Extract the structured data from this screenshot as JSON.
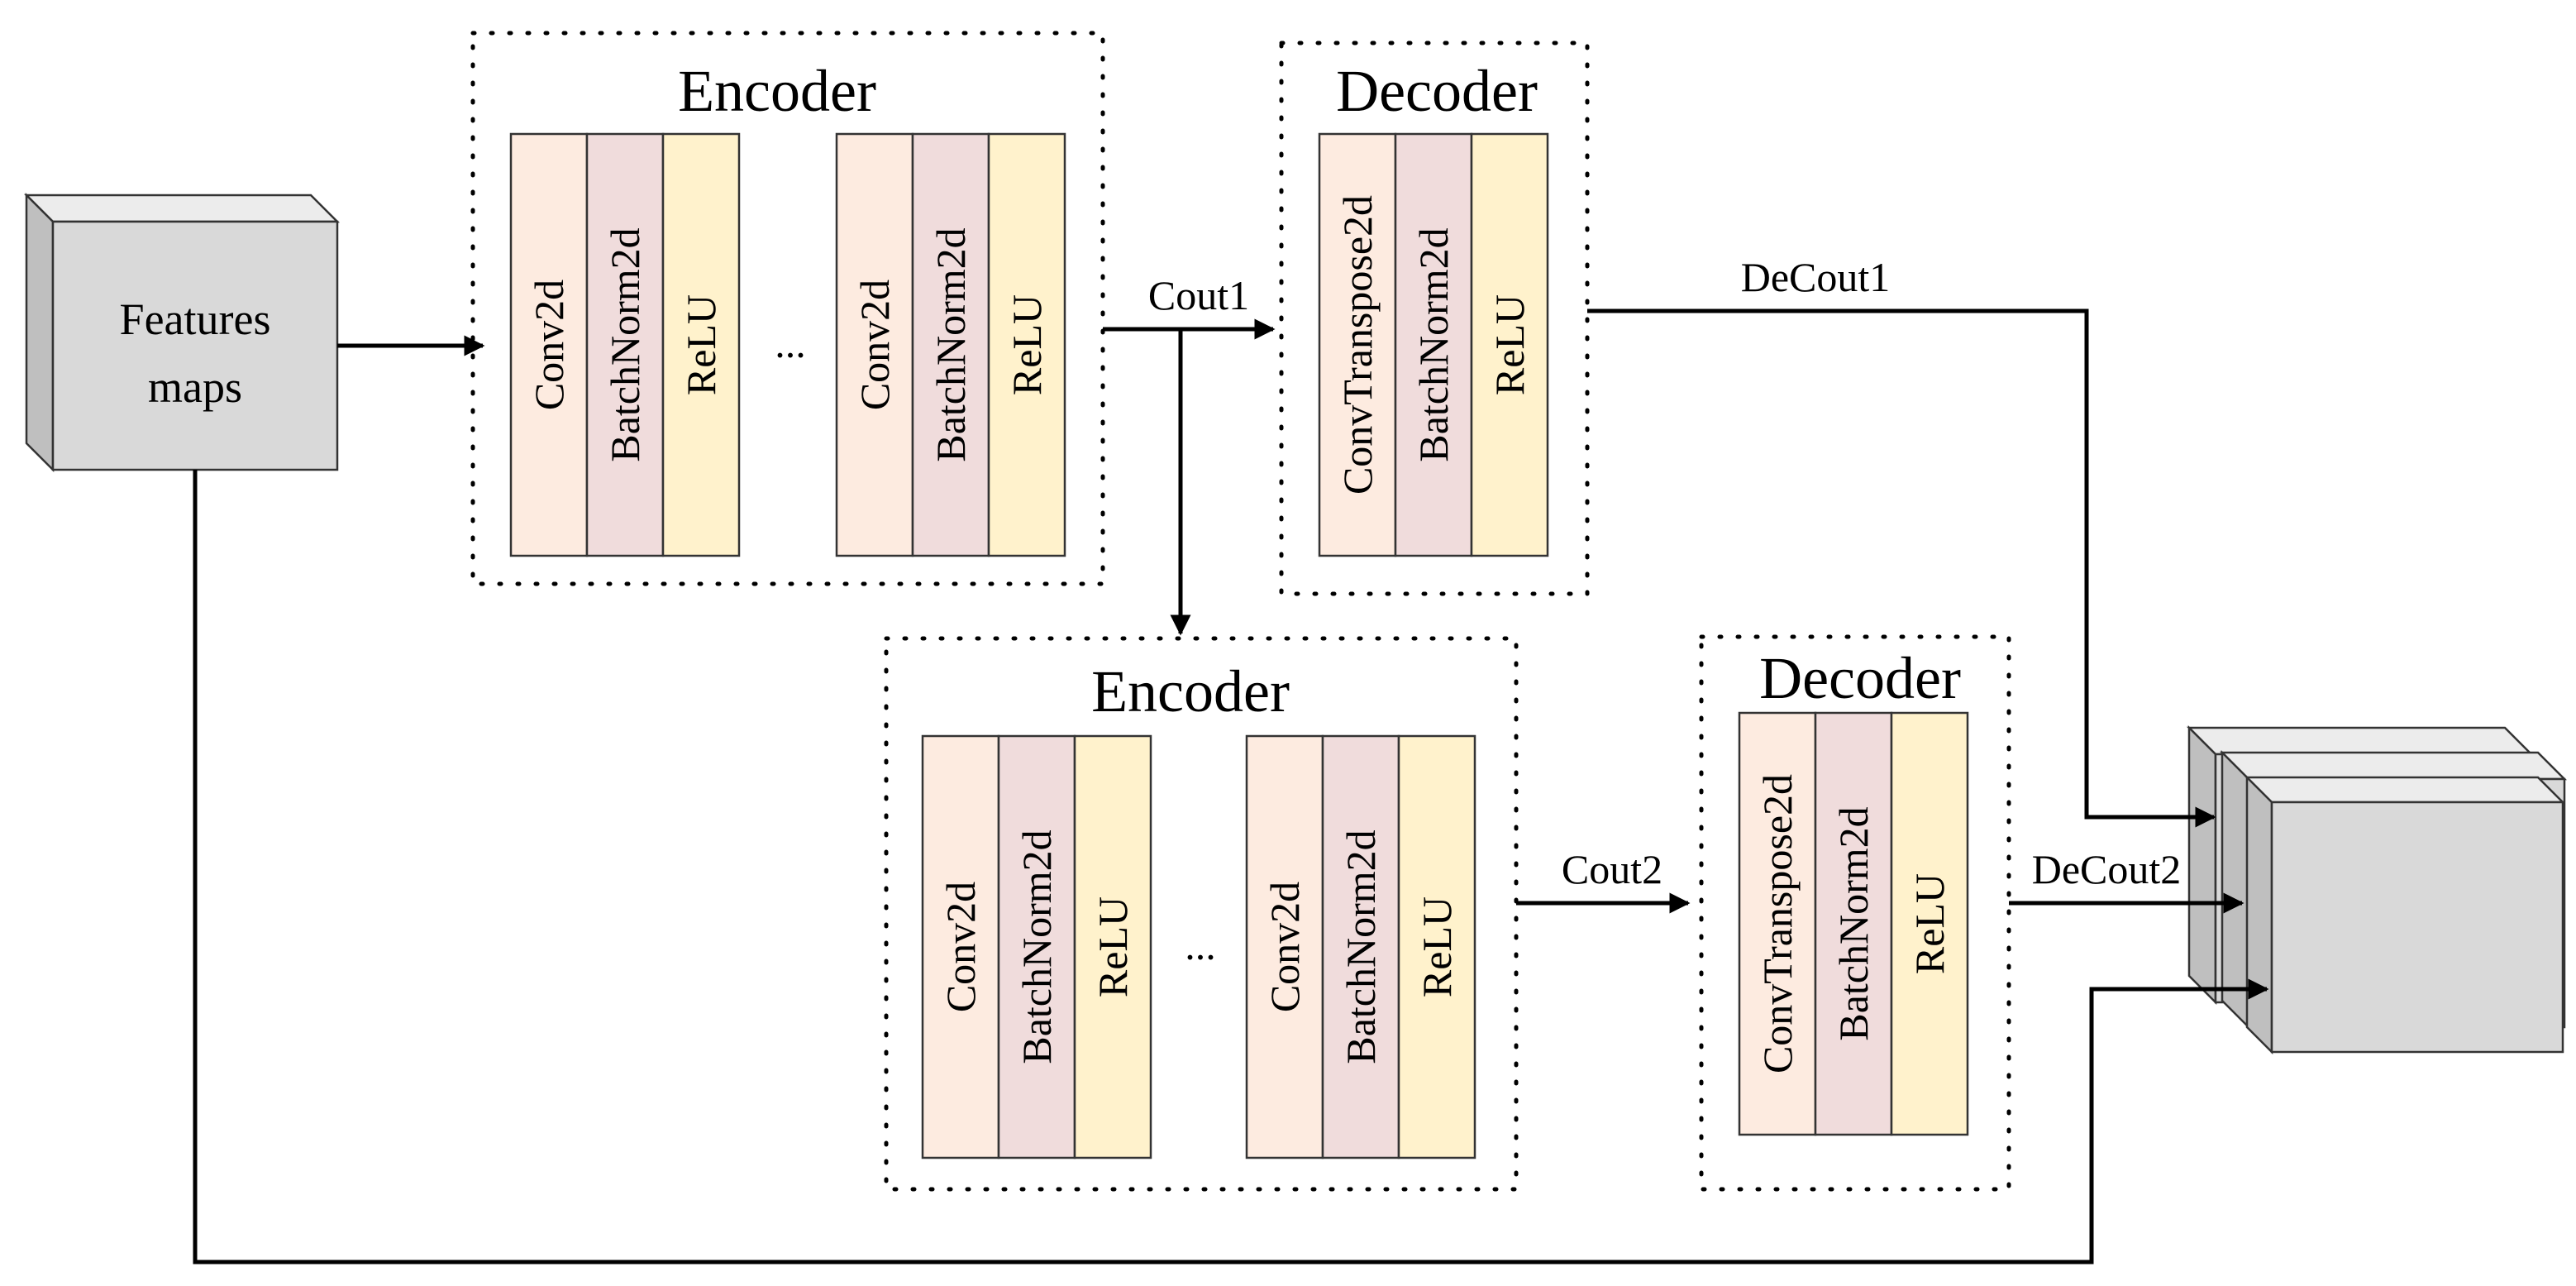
{
  "colors": {
    "conv": "#fdebe0",
    "batchnorm": "#f0dcdc",
    "relu": "#fff2cc",
    "block_front": "#d9d9d9",
    "block_side": "#bfbfbf",
    "block_top": "#ececec"
  },
  "input_block": {
    "line1": "Features",
    "line2": "maps"
  },
  "encoder1": {
    "title": "Encoder",
    "group1": [
      "Conv2d",
      "BatchNorm2d",
      "ReLU"
    ],
    "ellipsis": "...",
    "group2": [
      "Conv2d",
      "BatchNorm2d",
      "ReLU"
    ]
  },
  "decoder1": {
    "title": "Decoder",
    "layers": [
      "ConvTranspose2d",
      "BatchNorm2d",
      "ReLU"
    ]
  },
  "encoder2": {
    "title": "Encoder",
    "group1": [
      "Conv2d",
      "BatchNorm2d",
      "ReLU"
    ],
    "ellipsis": "...",
    "group2": [
      "Conv2d",
      "BatchNorm2d",
      "ReLU"
    ]
  },
  "decoder2": {
    "title": "Decoder",
    "layers": [
      "ConvTranspose2d",
      "BatchNorm2d",
      "ReLU"
    ]
  },
  "edges": {
    "cout1": "Cout1",
    "decout1": "DeCout1",
    "cout2": "Cout2",
    "decout2": "DeCout2"
  }
}
